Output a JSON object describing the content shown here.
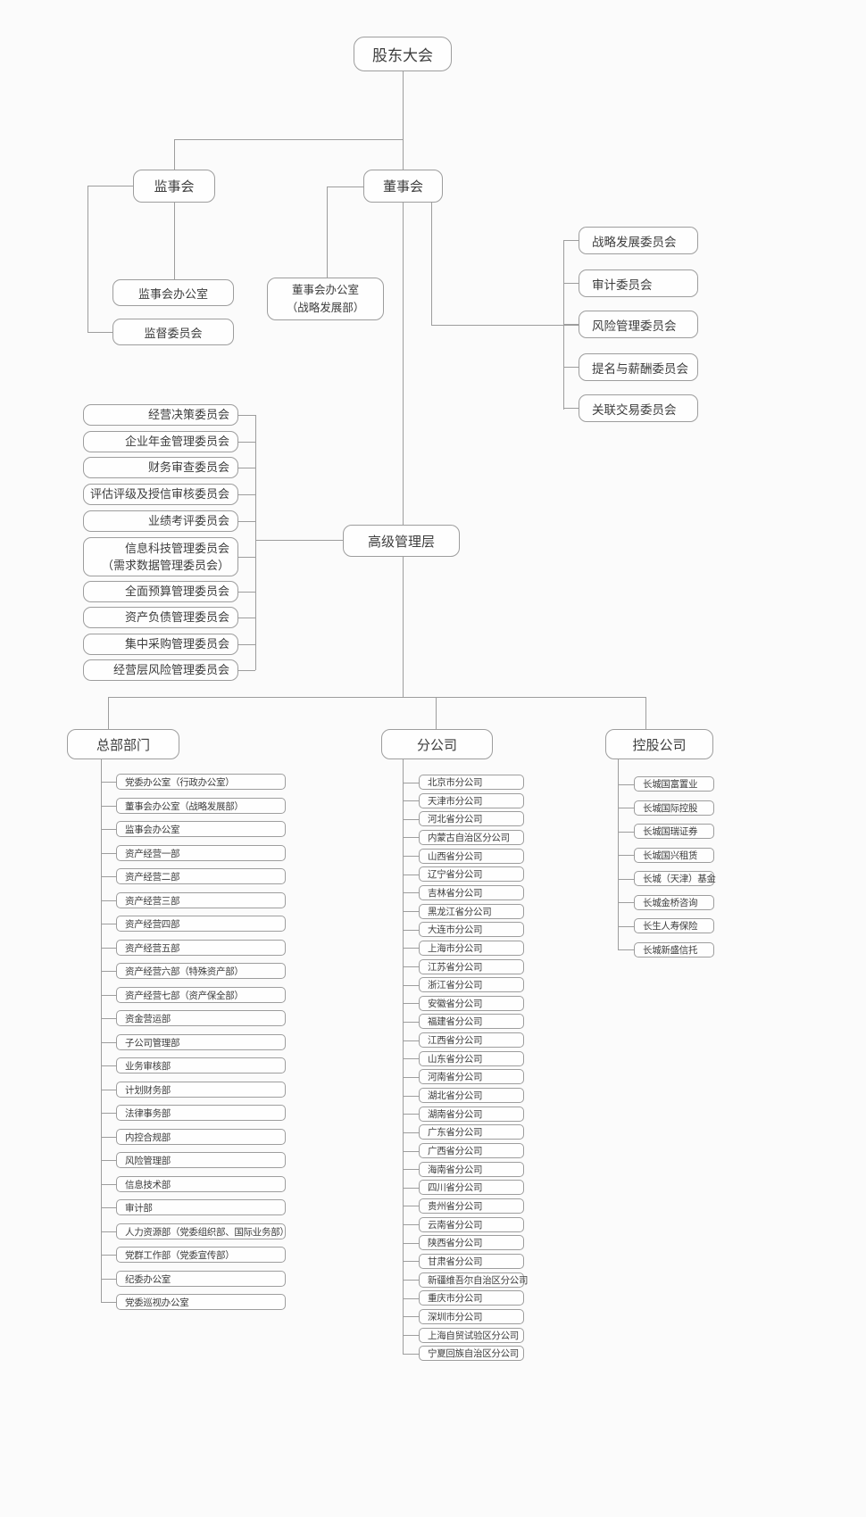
{
  "nodes": {
    "shareholders": "股东大会",
    "supervisory_board": "监事会",
    "board": "董事会",
    "supervisory_office": "监事会办公室",
    "supervision_committee": "监督委员会",
    "board_office": "董事会办公室\n（战略发展部）",
    "senior_management": "高级管理层",
    "hq_departments_header": "总部部门",
    "branches_header": "分公司",
    "holding_companies_header": "控股公司"
  },
  "board_committees": [
    "战略发展委员会",
    "审计委员会",
    "风险管理委员会",
    "提名与薪酬委员会",
    "关联交易委员会"
  ],
  "management_committees": [
    "经营决策委员会",
    "企业年金管理委员会",
    "财务审查委员会",
    "评估评级及授信审核委员会",
    "业绩考评委员会",
    "信息科技管理委员会\n（需求数据管理委员会）",
    "全面预算管理委员会",
    "资产负债管理委员会",
    "集中采购管理委员会",
    "经营层风险管理委员会"
  ],
  "hq_departments": [
    "党委办公室（行政办公室）",
    "董事会办公室（战略发展部）",
    "监事会办公室",
    "资产经营一部",
    "资产经营二部",
    "资产经营三部",
    "资产经营四部",
    "资产经营五部",
    "资产经营六部（特殊资产部）",
    "资产经营七部（资产保全部）",
    "资金营运部",
    "子公司管理部",
    "业务审核部",
    "计划财务部",
    "法律事务部",
    "内控合规部",
    "风险管理部",
    "信息技术部",
    "审计部",
    "人力资源部（党委组织部、国际业务部）",
    "党群工作部（党委宣传部）",
    "纪委办公室",
    "党委巡视办公室"
  ],
  "branches": [
    "北京市分公司",
    "天津市分公司",
    "河北省分公司",
    "内蒙古自治区分公司",
    "山西省分公司",
    "辽宁省分公司",
    "吉林省分公司",
    "黑龙江省分公司",
    "大连市分公司",
    "上海市分公司",
    "江苏省分公司",
    "浙江省分公司",
    "安徽省分公司",
    "福建省分公司",
    "江西省分公司",
    "山东省分公司",
    "河南省分公司",
    "湖北省分公司",
    "湖南省分公司",
    "广东省分公司",
    "广西省分公司",
    "海南省分公司",
    "四川省分公司",
    "贵州省分公司",
    "云南省分公司",
    "陕西省分公司",
    "甘肃省分公司",
    "新疆维吾尔自治区分公司",
    "重庆市分公司",
    "深圳市分公司",
    "上海自贸试验区分公司",
    "宁夏回族自治区分公司"
  ],
  "holding_companies": [
    "长城国富置业",
    "长城国际控股",
    "长城国瑞证券",
    "长城国兴租赁",
    "长城（天津）基金",
    "长城金桥咨询",
    "长生人寿保险",
    "长城新盛信托"
  ],
  "colors": {
    "border": "#9d9d9d",
    "line": "#9d9d9d",
    "text": "#3d3d3d",
    "background": "#fbfbfb"
  }
}
